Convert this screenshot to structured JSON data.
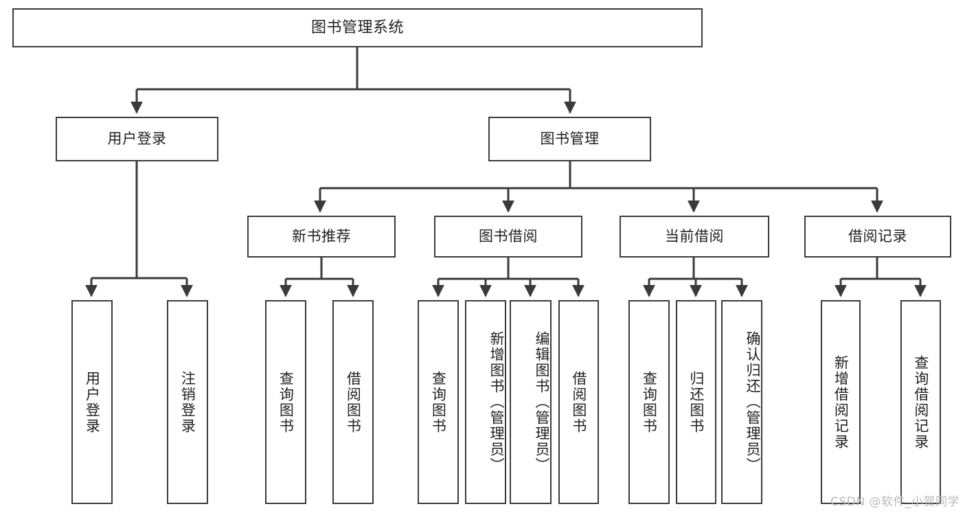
{
  "diagram": {
    "title": "图书管理系统",
    "watermark": "CSDN @软件_小贺同学",
    "line_color": "#3a3a3a",
    "box_fill": "#ffffff",
    "text_color": "#1f1f1f",
    "watermark_color": "#b9b9b9",
    "levels": {
      "root": {
        "label": "图书管理系统"
      },
      "level2": [
        {
          "label": "用户登录"
        },
        {
          "label": "图书管理"
        }
      ],
      "level3": [
        {
          "label": "新书推荐"
        },
        {
          "label": "图书借阅"
        },
        {
          "label": "当前借阅"
        },
        {
          "label": "借阅记录"
        }
      ],
      "leaves": [
        {
          "label": "用户登录",
          "parent": "用户登录"
        },
        {
          "label": "注销登录",
          "parent": "用户登录"
        },
        {
          "label": "查询图书",
          "parent": "新书推荐"
        },
        {
          "label": "借阅图书",
          "parent": "新书推荐"
        },
        {
          "label": "查询图书",
          "parent": "图书借阅"
        },
        {
          "label": "新增图书（管理员）",
          "parent": "图书借阅"
        },
        {
          "label": "编辑图书（管理员）",
          "parent": "图书借阅"
        },
        {
          "label": "借阅图书",
          "parent": "图书借阅"
        },
        {
          "label": "查询图书",
          "parent": "当前借阅"
        },
        {
          "label": "归还图书",
          "parent": "当前借阅"
        },
        {
          "label": "确认归还（管理员）",
          "parent": "当前借阅"
        },
        {
          "label": "新增借阅记录",
          "parent": "借阅记录"
        },
        {
          "label": "查询借阅记录",
          "parent": "借阅记录"
        }
      ]
    }
  }
}
